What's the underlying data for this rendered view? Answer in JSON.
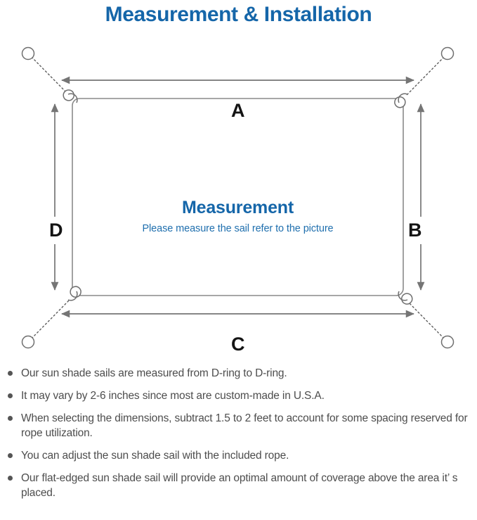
{
  "header": {
    "title": "Measurement & Installation",
    "title_color": "#1566a9"
  },
  "diagram": {
    "name": "sun-shade-sail-measurement-diagram",
    "center": {
      "heading": "Measurement",
      "subheading": "Please measure the sail refer to the picture",
      "heading_color": "#1566a9",
      "subheading_color": "#1f6fae"
    },
    "dimension_labels": {
      "top": "A",
      "right": "B",
      "bottom": "C",
      "left": "D"
    },
    "sail": {
      "shape": "rounded-rectangle",
      "stroke_color": "#8a8a8a",
      "fill_color": "#ffffff"
    },
    "anchor_points": {
      "count": 4,
      "shape": "circle-outline",
      "stroke_color": "#6f6f6f"
    },
    "ropes": {
      "count": 4,
      "style": "dotted",
      "stroke_color": "#5e5e5e"
    },
    "d_rings": {
      "count": 4,
      "shape": "semicircle-arc",
      "stroke_color": "#6f6f6f"
    },
    "dimension_arrows": {
      "count": 4,
      "style": "double-headed",
      "stroke_color": "#757575"
    }
  },
  "notes": {
    "bullet_color": "#555555",
    "text_color": "#4d4d4d",
    "items": [
      "Our sun shade sails are measured from D-ring to D-ring.",
      "It may vary by 2-6 inches since most are custom-made in U.S.A.",
      "When selecting the dimensions, subtract 1.5 to 2 feet to account for some spacing reserved for rope utilization.",
      "You can adjust the sun shade sail with the included rope.",
      "Our flat-edged sun shade sail will provide an optimal amount of coverage above the area it’ s placed."
    ]
  }
}
